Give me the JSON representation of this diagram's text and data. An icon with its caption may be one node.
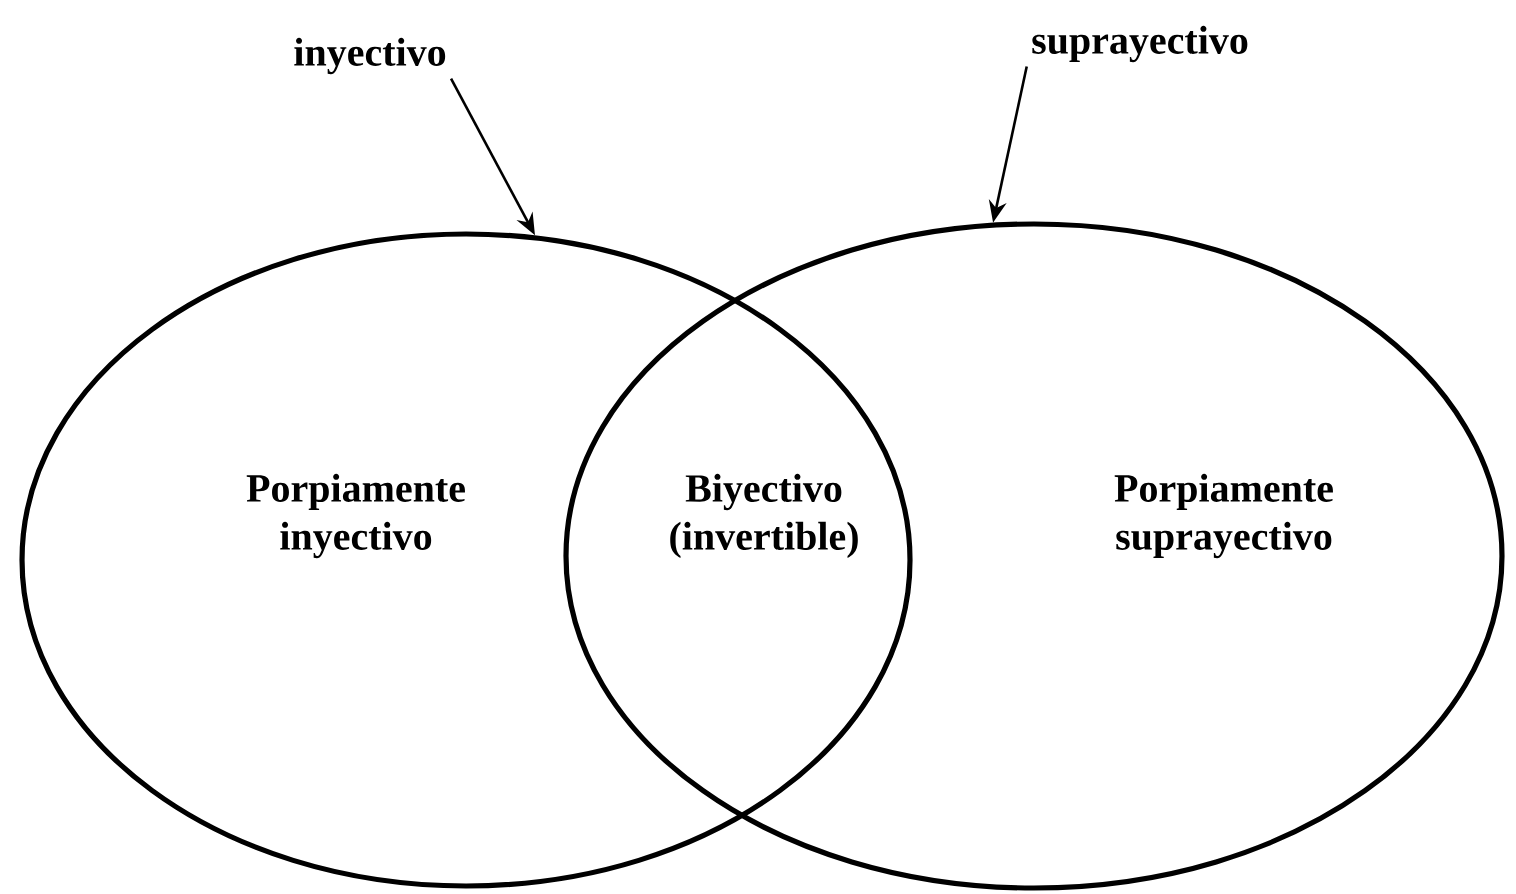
{
  "diagram": {
    "nodes": [
      {
        "text": [
          "inyectivo"
        ]
      },
      {
        "text": [
          "suprayectivo"
        ]
      },
      {
        "text": [],
        "shape": "ellipse"
      },
      {
        "text": [],
        "shape": "ellipse"
      }
    ],
    "edges": [
      {
        "from": 0,
        "to": 2,
        "arrow": "to"
      },
      {
        "from": 1,
        "to": 3,
        "arrow": "to"
      }
    ],
    "labels": [
      "Porpiamente inyectivo",
      "Biyectivo (invertible)",
      "Porpiamente suprayectivo"
    ]
  }
}
